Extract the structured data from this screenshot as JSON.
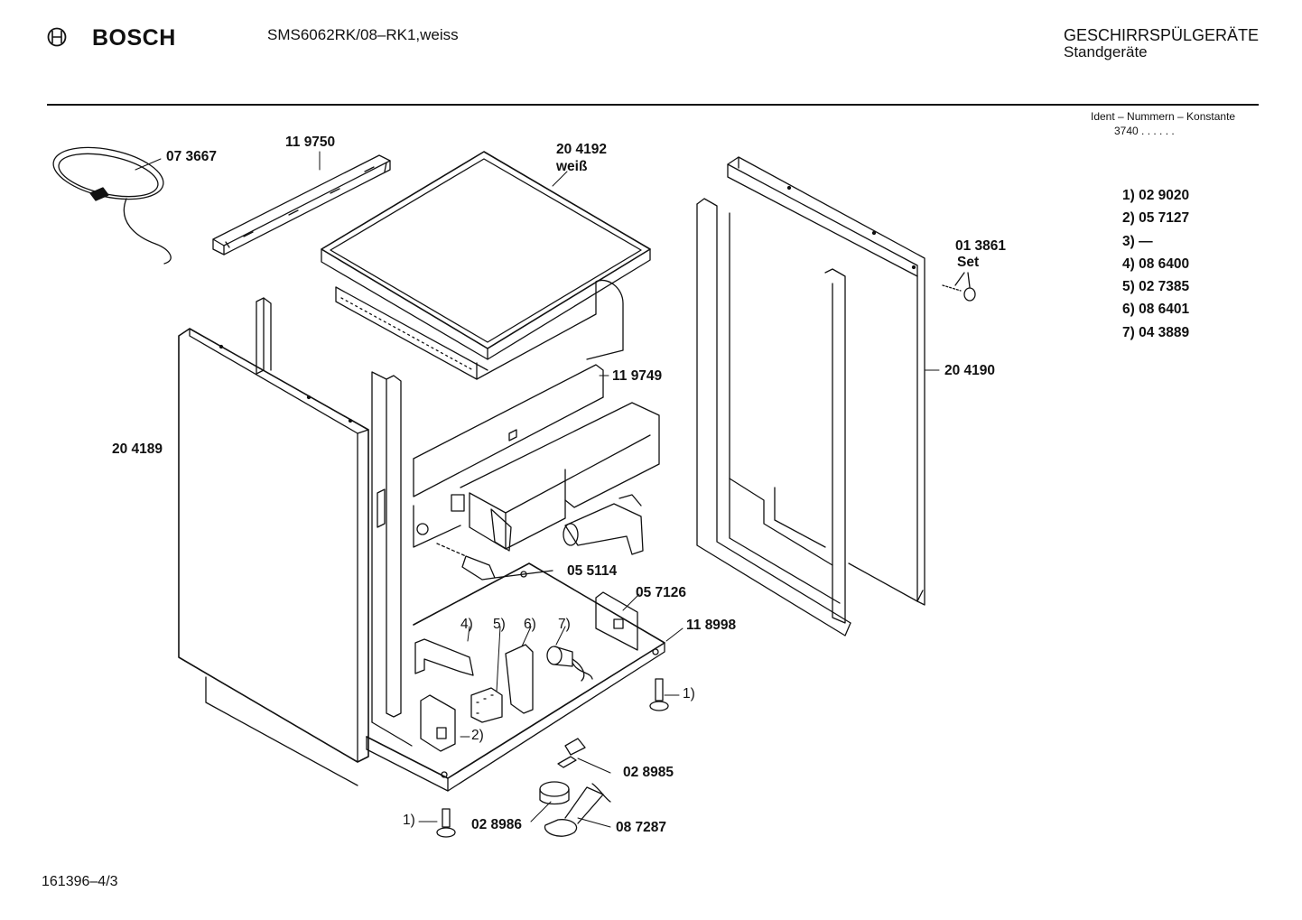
{
  "header": {
    "brand": "BOSCH",
    "model": "SMS6062RK/08–RK1,weiss",
    "category_line1": "GESCHIRRSPÜLGERÄTE",
    "category_line2": "Standgeräte",
    "ident_label": "Ident – Nummern – Konstante",
    "ident_value": "3740 . .   . . . ."
  },
  "legend": [
    "1)  02 9020",
    "2)  05 7127",
    "3)    —",
    "4)  08 6400",
    "5)  02 7385",
    "6)  08 6401",
    "7)  04 3889"
  ],
  "parts": {
    "power_cord": "07 3667",
    "top_rail": "11 9750",
    "worktop": "20 4192",
    "worktop_color": "weiß",
    "screw_set_number": "01 3861",
    "screw_set_label": "Set",
    "right_panel": "20 4190",
    "rear_crossmember": "11 9749",
    "left_panel": "20 4189",
    "fitting": "05 5114",
    "bracket": "05 7126",
    "base_frame": "11 8998",
    "foot_right": "1)",
    "callout_4": "4)",
    "callout_5": "5)",
    "callout_6": "6)",
    "callout_7": "7)",
    "callout_2": "2)",
    "switch": "02 8985",
    "foot_left": "1)",
    "float": "02 8986",
    "level_switch": "08 7287"
  },
  "footer": {
    "doc_number": "161396–4/3"
  }
}
